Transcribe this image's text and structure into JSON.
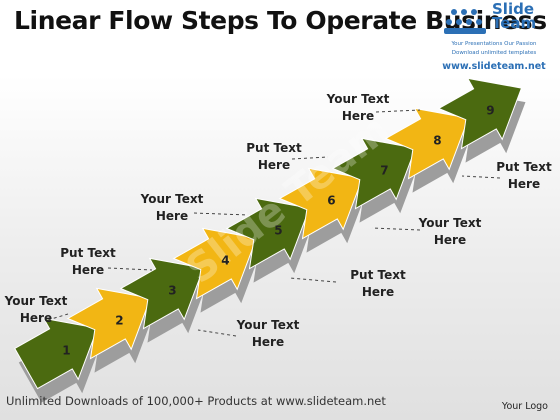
{
  "title": "Linear Flow Steps To Operate Business",
  "logo": {
    "brand_line1": "Slide",
    "brand_line2": "Team",
    "tagline1": "Your Presentations Our Passion",
    "tagline2": "Download unlimited templates",
    "url": "www.slideteam.net"
  },
  "watermark": "Slide Team",
  "colors": {
    "green": "#4b6a10",
    "yellow": "#f2b614",
    "shadow": "#bdbdbd",
    "side": "#9d9d9d"
  },
  "steps": [
    {
      "number": "1",
      "color": "green"
    },
    {
      "number": "2",
      "color": "yellow"
    },
    {
      "number": "3",
      "color": "green"
    },
    {
      "number": "4",
      "color": "yellow"
    },
    {
      "number": "5",
      "color": "green"
    },
    {
      "number": "6",
      "color": "yellow"
    },
    {
      "number": "7",
      "color": "green"
    },
    {
      "number": "8",
      "color": "yellow"
    },
    {
      "number": "9",
      "color": "green"
    }
  ],
  "callouts": {
    "c1": {
      "line1": "Your Text",
      "line2": "Here"
    },
    "c2": {
      "line1": "Your Text",
      "line2": "Here"
    },
    "c3": {
      "line1": "Put Text",
      "line2": "Here"
    },
    "c4": {
      "line1": "Put Text",
      "line2": "Here"
    },
    "c5": {
      "line1": "Your Text",
      "line2": "Here"
    },
    "c6": {
      "line1": "Your Text",
      "line2": "Here"
    },
    "c7": {
      "line1": "Put Text",
      "line2": "Here"
    },
    "c8": {
      "line1": "Put Text",
      "line2": "Here"
    },
    "c9": {
      "line1": "Your Text",
      "line2": "Here"
    }
  },
  "footer": "Unlimited Downloads of 100,000+ Products at www.slideteam.net",
  "footer_logo": "Your Logo"
}
